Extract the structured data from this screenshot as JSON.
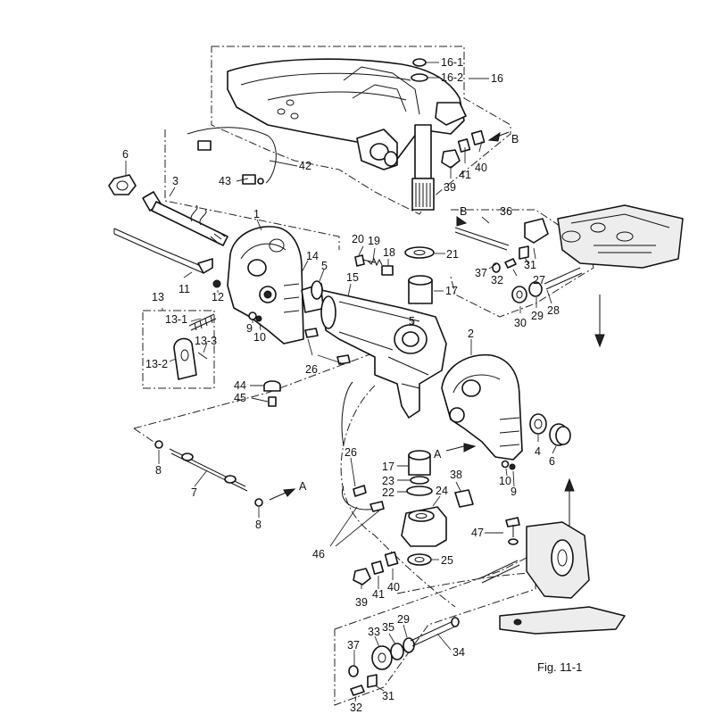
{
  "figure": {
    "caption": "Fig. 11-1",
    "labels": {
      "l16_1": "16-1",
      "l16_2": "16-2",
      "l16": "16",
      "lB_top": "B",
      "l40_top": "40",
      "l41_top": "41",
      "l39_top": "39",
      "l42": "42",
      "l43": "43",
      "l6_top": "6",
      "l3": "3",
      "l1": "1",
      "l36": "36",
      "lB_mid": "B",
      "l20": "20",
      "l19": "19",
      "l18": "18",
      "l21": "21",
      "l37_top": "37",
      "l32_top": "32",
      "l31_top": "31",
      "l27": "27",
      "l14": "14",
      "l5_top": "5",
      "l15": "15",
      "l17_top": "17",
      "l11": "11",
      "l12": "12",
      "l13": "13",
      "l13_1": "13-1",
      "l13_3": "13-3",
      "l13_2": "13-2",
      "l9_left": "9",
      "l10_left": "10",
      "l30": "30",
      "l29_top": "29",
      "l28": "28",
      "l5_mid": "5",
      "l26_top": "26",
      "l2": "2",
      "l44": "44",
      "l45": "45",
      "l8_top": "8",
      "l7": "7",
      "l8_bot": "8",
      "lA_left": "A",
      "lA_right": "A",
      "l4": "4",
      "l6_right": "6",
      "l10_right": "10",
      "l9_right": "9",
      "l26_low": "26",
      "l17_low": "17",
      "l23": "23",
      "l22": "22",
      "l38": "38",
      "l24": "24",
      "l47": "47",
      "l46": "46",
      "l25": "25",
      "l39_bot": "39",
      "l41_bot": "41",
      "l40_bot": "40",
      "l33": "33",
      "l35": "35",
      "l29_bot": "29",
      "l37_bot": "37",
      "l34": "34",
      "l32_bot": "32",
      "l31_bot": "31"
    }
  }
}
